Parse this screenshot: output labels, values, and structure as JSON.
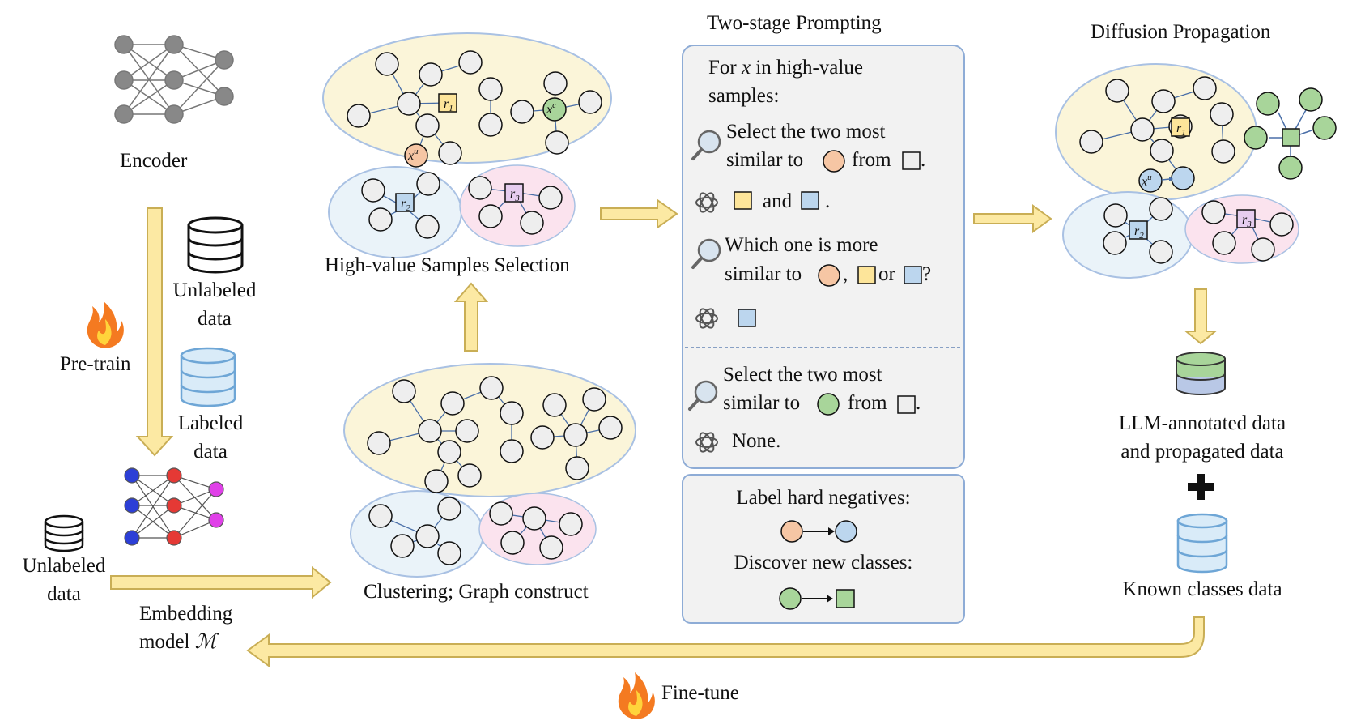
{
  "titles": {
    "two_stage": "Two-stage Prompting",
    "diffusion": "Diffusion Propagation"
  },
  "left": {
    "encoder": "Encoder",
    "pretrain": "Pre-train",
    "unlabeled_1": "Unlabeled",
    "unlabeled_2": "data",
    "labeled_1": "Labeled",
    "labeled_2": "data",
    "unlabeled_small_1": "Unlabeled",
    "unlabeled_small_2": "data",
    "embedding_1": "Embedding",
    "embedding_2": "model",
    "embedding_symbol": "ℳ"
  },
  "middle": {
    "high_value": "High-value Samples Selection",
    "clustering": "Clustering; Graph construct",
    "node_labels": {
      "r1": "r",
      "r1_sub": "1",
      "r2": "r",
      "r2_sub": "2",
      "r3": "r",
      "r3_sub": "3",
      "xu": "x",
      "xu_sup": "u",
      "xc": "x",
      "xc_sup": "c"
    }
  },
  "prompting": {
    "intro_1": "For",
    "intro_var": "x",
    "intro_2": "in high-value",
    "intro_3": "samples:",
    "q1_line1": "Select the two most",
    "q1_line2_a": "similar to",
    "q1_line2_b": "from",
    "a1_and": "and",
    "a1_end": ".",
    "q2_line1": "Which one is more",
    "q2_line2_a": "similar to",
    "q2_comma": ",",
    "q2_or": "or",
    "q2_end": "?",
    "q3_line1": "Select the two most",
    "q3_line2_a": "similar to",
    "q3_line2_b": "from",
    "a3": "None.",
    "hard_negatives": "Label hard negatives:",
    "new_classes": "Discover new classes:"
  },
  "right": {
    "llm_data_1": "LLM-annotated data",
    "llm_data_2": "and propagated data",
    "plus": "+",
    "known": "Known classes data"
  },
  "bottom": {
    "finetune": "Fine-tune"
  },
  "colors": {
    "yellow_cluster": "#fbf5d9",
    "blue_cluster": "#eaf3f9",
    "pink_cluster": "#fbe3ee",
    "cluster_border": "#a9c1e3",
    "arrow_fill": "#fce9a3",
    "arrow_stroke": "#c9ae55",
    "node_fill": "#eeeeee",
    "orange_node": "#f6c6a4",
    "blue_node": "#bcd6ee",
    "green_node": "#a8d59a",
    "panel_bg": "#f2f2f2",
    "panel_border": "#8eacd6"
  }
}
